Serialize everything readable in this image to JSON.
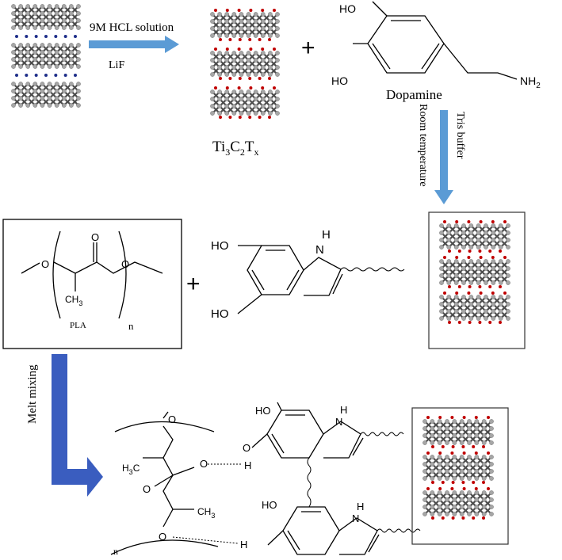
{
  "colors": {
    "arrow_light": "#5b9bd5",
    "arrow_dark": "#3a5dbf",
    "mxene_atom": "#a6a6a6",
    "mxene_bond": "#4d4d4d",
    "intercalant_ion": "#1f2f8a",
    "surface_group": "#c00000"
  },
  "step1": {
    "reagent_top": "9M HCL solution",
    "reagent_bottom": "LiF"
  },
  "mxene": {
    "label_main": "Ti",
    "sub1": "3",
    "c": "C",
    "sub2": "2",
    "t": "T",
    "sub3": "x"
  },
  "dopamine": {
    "name": "Dopamine",
    "ho_top": "HO",
    "ho_bottom": "HO",
    "nh2": "NH",
    "nh2_sub": "2"
  },
  "plus_signs": [
    "+",
    "+"
  ],
  "step2": {
    "reagent_a": "Tris buffer",
    "reagent_b": "Room temperature"
  },
  "pla": {
    "name": "PLA",
    "n": "n",
    "ch3": "CH",
    "ch3_sub": "3"
  },
  "polydopamine": {
    "nh": "N",
    "nh_h": "H",
    "ho_top": "HO",
    "ho_bottom": "HO"
  },
  "step3": {
    "label": "Melt mixing"
  },
  "composite": {
    "h3c": "H",
    "h3c_sub": "3",
    "h3c_c": "C",
    "ch3": "CH",
    "ch3_sub": "3",
    "o_labels": [
      "O",
      "O",
      "O",
      "O",
      "O"
    ],
    "h_labels": [
      "H",
      "H"
    ],
    "ho_labels": [
      "HO",
      "HO"
    ],
    "nh_labels": [
      "N",
      "N"
    ],
    "nh_h": [
      "H",
      "H"
    ],
    "n": "n"
  }
}
